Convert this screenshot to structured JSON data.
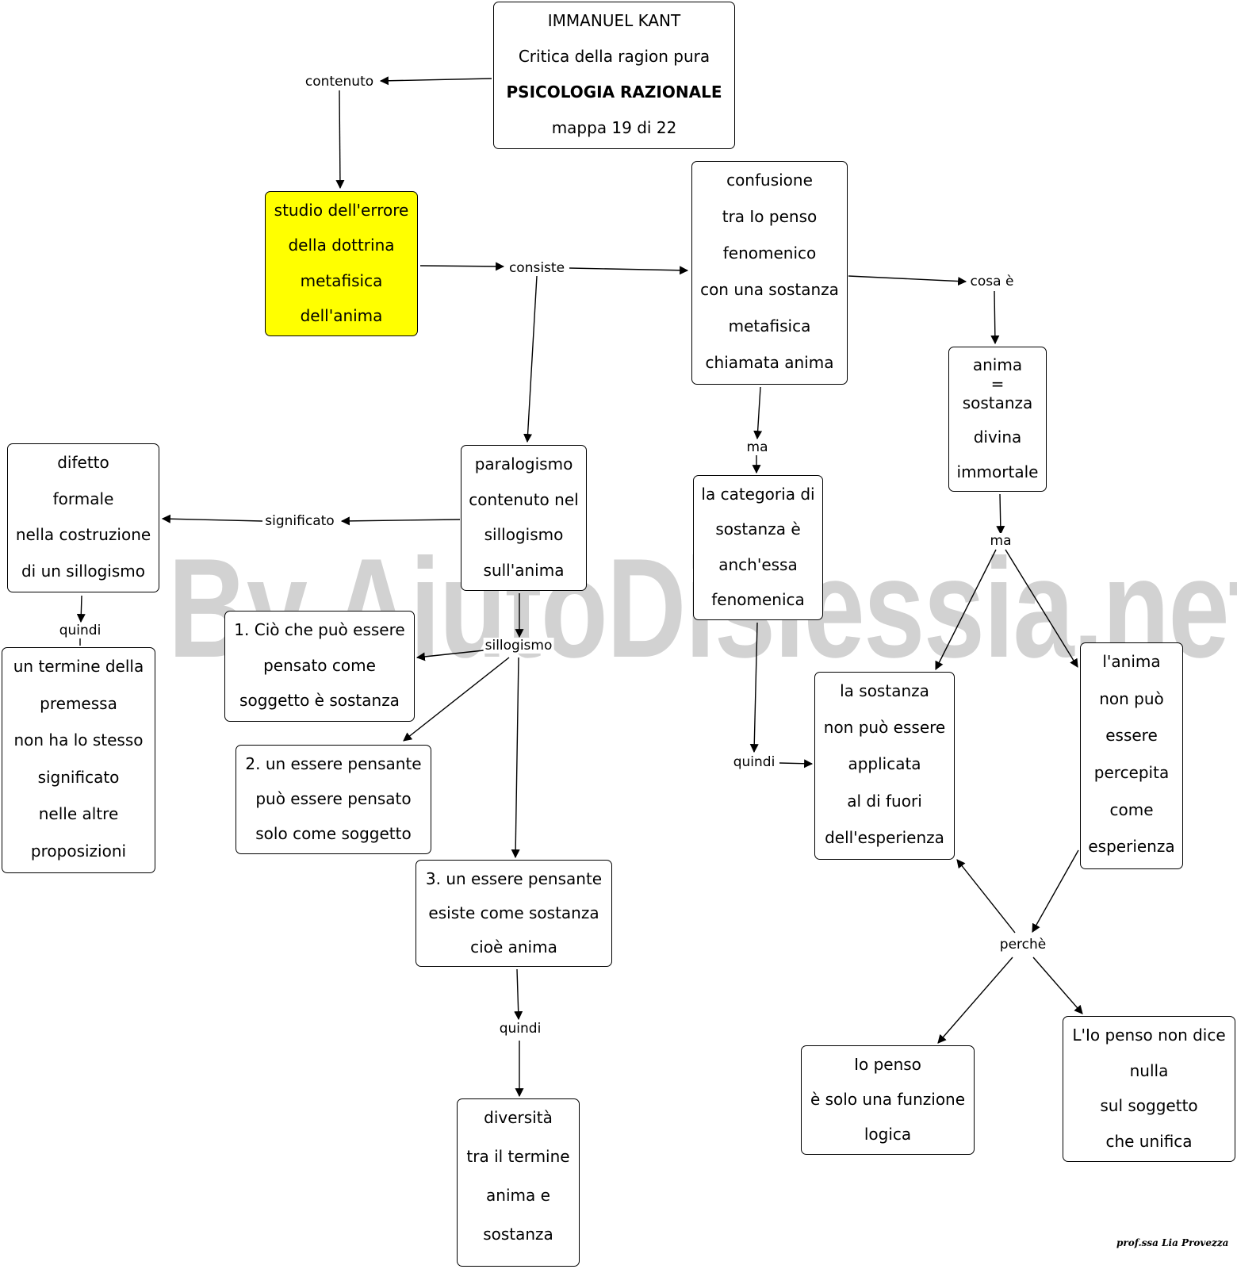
{
  "watermark": "By AiutoDislessia.net",
  "credit": "prof.ssa Lia Provezza",
  "nodes": {
    "kant": {
      "lines": [
        "IMMANUEL KANT",
        "Critica della ragion pura",
        "PSICOLOGIA RAZIONALE",
        "mappa 19 di 22"
      ]
    },
    "studio": {
      "lines": [
        "studio dell'errore",
        "della dottrina",
        "metafisica",
        "dell'anima"
      ],
      "fill": "#ffff00"
    },
    "confusione": {
      "lines": [
        "confusione",
        "tra Io penso",
        "fenomenico",
        "con una sostanza",
        "metafisica",
        "chiamata anima"
      ]
    },
    "anima_sostanza": {
      "lines": [
        "anima",
        "=",
        "sostanza",
        "divina",
        "immortale"
      ]
    },
    "paralogismo": {
      "lines": [
        "paralogismo",
        "contenuto nel",
        "sillogismo",
        "sull'anima"
      ]
    },
    "difetto": {
      "lines": [
        "difetto",
        "formale",
        "nella costruzione",
        "di un sillogismo"
      ]
    },
    "categoria": {
      "lines": [
        "la categoria di",
        "sostanza è",
        "anch'essa",
        "fenomenica"
      ]
    },
    "termine": {
      "lines": [
        "un termine della",
        "premessa",
        "non ha lo stesso",
        "significato",
        "nelle altre",
        "proposizioni"
      ]
    },
    "premessa1": {
      "lines": [
        "1. Ciò che può essere",
        "pensato come",
        "soggetto è sostanza"
      ]
    },
    "premessa2": {
      "lines": [
        "2. un essere pensante",
        "può essere pensato",
        "solo come soggetto"
      ]
    },
    "premessa3": {
      "lines": [
        "3. un essere pensante",
        "esiste come sostanza",
        "cioè anima"
      ]
    },
    "sostanza_non": {
      "lines": [
        "la sostanza",
        "non può essere",
        "applicata",
        "al di fuori",
        "dell'esperienza"
      ]
    },
    "anima_non": {
      "lines": [
        "l'anima",
        "non può",
        "essere",
        "percepita",
        "come",
        "esperienza"
      ]
    },
    "diversita": {
      "lines": [
        "diversità",
        "tra il termine",
        "anima e",
        "sostanza"
      ]
    },
    "io_penso": {
      "lines": [
        "Io penso",
        "è solo una funzione",
        "logica"
      ]
    },
    "io_penso_dice": {
      "lines": [
        "L'Io penso non dice",
        "nulla",
        "sul soggetto",
        "che unifica"
      ]
    }
  },
  "links": {
    "contenuto": "contenuto",
    "consiste": "consiste",
    "cosa_e": "cosa è",
    "ma1": "ma",
    "ma2": "ma",
    "significato": "significato",
    "quindi1": "quindi",
    "sillogismo": "sillogismo",
    "quindi2": "quindi",
    "quindi3": "quindi",
    "perche": "perchè"
  }
}
